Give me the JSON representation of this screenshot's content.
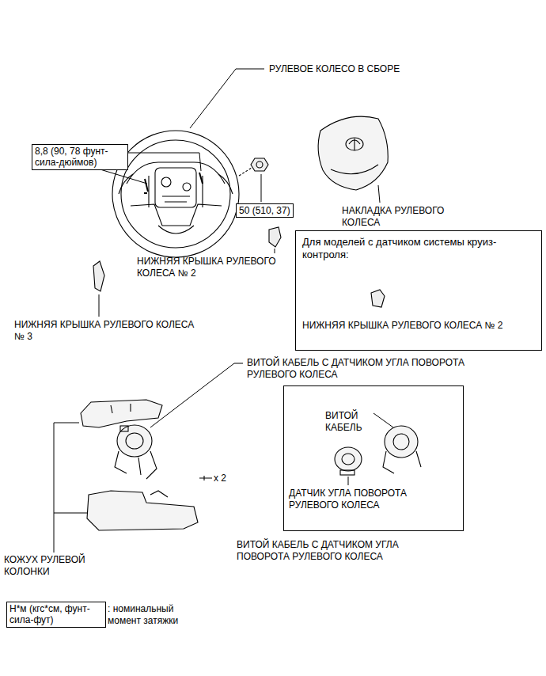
{
  "diagram": {
    "nodes": [
      {
        "text": [
          "8,8 (90, 78 фунт-сила-дюймов)"
        ]
      },
      {
        "text": [
          "50 (510, 37)"
        ]
      },
      {
        "text": [
          "Для моделей с датчиком системы круиз-контроля:",
          "НИЖНЯЯ КРЫШКА РУЛЕВОГО КОЛЕСА № 2"
        ]
      },
      {
        "text": [
          "ВИТОЙ КАБЕЛЬ",
          "ДАТЧИК УГЛА ПОВОРОТА РУЛЕВОГО КОЛЕСА",
          "ВИТОЙ КАБЕЛЬ С ДАТЧИКОМ УГЛА ПОВОРОТА РУЛЕВОГО КОЛЕСА"
        ]
      },
      {
        "text": [
          "Н*м (кгс*см, фунт-сила-фут)"
        ]
      }
    ],
    "labels": [
      "РУЛЕВОЕ КОЛЕСО В СБОРЕ",
      "НАКЛАДКА РУЛЕВОГО КОЛЕСА",
      "НИЖНЯЯ КРЫШКА РУЛЕВОГО КОЛЕСА № 2",
      "НИЖНЯЯ КРЫШКА РУЛЕВОГО КОЛЕСА № 3",
      "ВИТОЙ КАБЕЛЬ С ДАТЧИКОМ УГЛА ПОВОРОТА РУЛЕВОГО КОЛЕСА",
      "x 2",
      "КОЖУХ РУЛЕВОЙ КОЛОНКИ",
      ": номинальный момент затяжки"
    ]
  }
}
